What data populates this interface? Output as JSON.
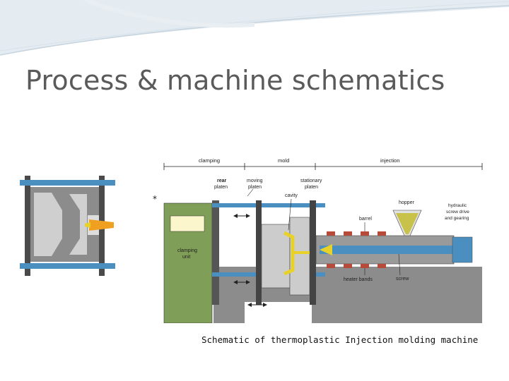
{
  "slide": {
    "title": "Process & machine schematics",
    "caption": "Schematic of thermoplastic Injection molding machine",
    "asterisk": "*"
  },
  "diagram": {
    "sections": {
      "clamping": "clamping",
      "mold": "mold",
      "injection": "injection"
    },
    "labels": {
      "rear_platen": [
        "rear",
        "platen"
      ],
      "moving_platen": [
        "moving",
        "platen"
      ],
      "stationary_platen": [
        "stationary",
        "platen"
      ],
      "cavity": "cavity",
      "hopper": "hopper",
      "hydraulic": [
        "hydraulic",
        "screw drive",
        "and gearing"
      ],
      "barrel": "barrel",
      "clamping_unit": [
        "clamping",
        "unit"
      ],
      "heater_bands": "heater bands",
      "screw": "screw"
    }
  },
  "colors": {
    "clamp_unit": "#7f9e57",
    "tie_bar": "#4a8fbf",
    "heater": "#b84a3a",
    "gray_frame": "#8c8c8c",
    "plastic": "#e8d22a",
    "melt": "#f0a020"
  }
}
